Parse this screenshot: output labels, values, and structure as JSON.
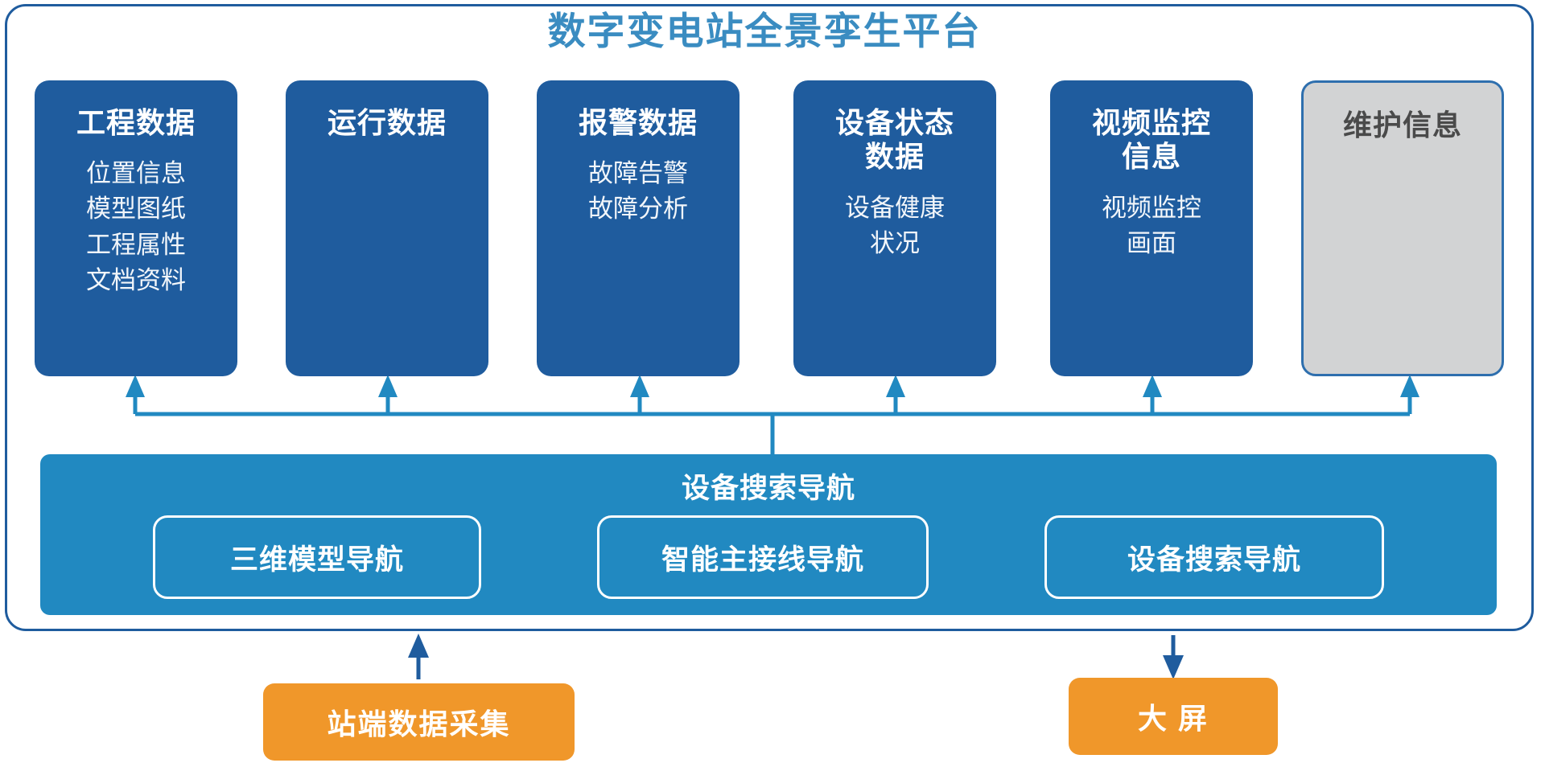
{
  "title": "数字变电站全景孪生平台",
  "accent_colors": {
    "title_blue": "#3A8CC1",
    "card_blue": "#1F5C9E",
    "band_blue": "#2189C1",
    "muted_grey": "#D2D3D4",
    "orange": "#F0972A",
    "connector_blue": "#2189C1",
    "frame_border": "#1F5C9E"
  },
  "cards": [
    {
      "title": "工程数据",
      "items": [
        "位置信息",
        "模型图纸",
        "工程属性",
        "文档资料"
      ],
      "muted": false
    },
    {
      "title": "运行数据",
      "items": [],
      "muted": false
    },
    {
      "title": "报警数据",
      "items": [
        "故障告警",
        "故障分析"
      ],
      "muted": false
    },
    {
      "title": "设备状态\n数据",
      "items": [
        "设备健康",
        "状况"
      ],
      "muted": false
    },
    {
      "title": "视频监控\n信息",
      "items": [
        "视频监控",
        "画面"
      ],
      "muted": false
    },
    {
      "title": "维护信息",
      "items": [],
      "muted": true
    }
  ],
  "nav_band": {
    "title": "设备搜索导航",
    "buttons": [
      {
        "label": "三维模型导航"
      },
      {
        "label": "智能主接线导航"
      },
      {
        "label": "设备搜索导航"
      }
    ]
  },
  "bottom_boxes": [
    {
      "label": "站端数据采集",
      "arrow": "up"
    },
    {
      "label": "大 屏",
      "arrow": "down"
    }
  ]
}
